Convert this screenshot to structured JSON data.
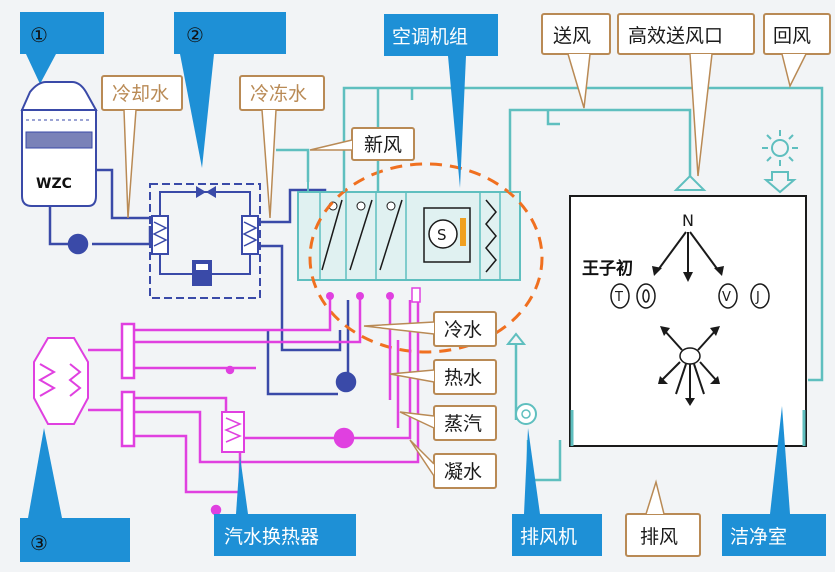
{
  "colors": {
    "background": "#f2f4f6",
    "blue_box": "#1e90d6",
    "cooling_line": "#3a4aa8",
    "chilled_line": "#3a4aa8",
    "hot_line": "#e040e0",
    "air_line": "#5fbfbf",
    "label_border": "#b98a55",
    "dashed_circle": "#f07020",
    "dark_outline": "#1a1a1a"
  },
  "markers": {
    "m1": "①",
    "m2": "②",
    "m3": "③"
  },
  "labels": {
    "cooling_water": "冷却水",
    "chilled_water": "冷冻水",
    "ahu": "空调机组",
    "fresh_air": "新风",
    "supply_air": "送风",
    "hepa_outlet": "高效送风口",
    "return_air": "回风",
    "cold_water": "冷水",
    "hot_water": "热水",
    "steam": "蒸汽",
    "condensate": "凝水",
    "steam_water_hx": "汽水换热器",
    "exhaust_fan": "排风机",
    "exhaust_air": "排风",
    "cleanroom": "洁净室"
  },
  "room": {
    "north": "N",
    "symbol_t": "T",
    "symbol_v": "V",
    "symbol_j": "J"
  },
  "watermark": "王子初",
  "tower_mark": "WZC"
}
